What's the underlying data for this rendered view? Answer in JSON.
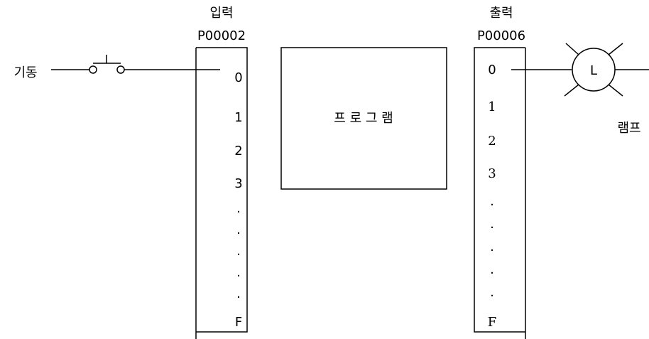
{
  "input": {
    "title": "입력",
    "address": "P00002",
    "slots": [
      "0",
      "1",
      "2",
      "3",
      "·",
      "·",
      "·",
      "·",
      "·",
      "F"
    ]
  },
  "output": {
    "title": "출력",
    "address": "P00006",
    "slots": [
      "0",
      "1",
      "2",
      "3",
      "·",
      "·",
      "·",
      "·",
      "·",
      "F"
    ]
  },
  "program": {
    "label": "프 로 그 램"
  },
  "start_switch": {
    "label": "기동"
  },
  "lamp": {
    "label": "램프",
    "symbol": "L"
  }
}
